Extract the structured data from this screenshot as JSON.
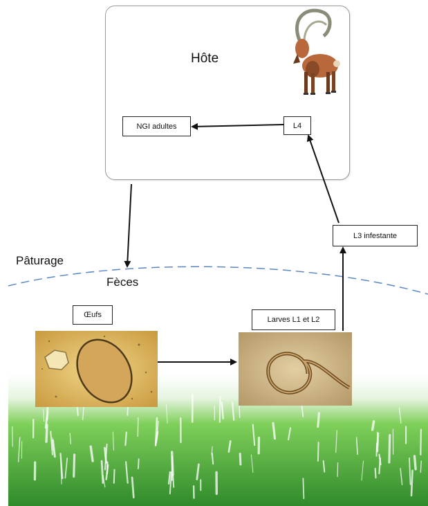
{
  "host": {
    "title": "Hôte"
  },
  "stages": {
    "adult": "NGI adultes",
    "l4": "L4",
    "l3": "L3 infestante",
    "eggs": "Œufs",
    "larvae": "Larves L1 et L2"
  },
  "zones": {
    "pasture": "Pâturage",
    "feces": "Fèces"
  },
  "icons": {
    "host_animal": "ibex-icon",
    "egg_photo": "egg-micrograph",
    "larva_photo": "larva-micrograph",
    "grass": "grass-illustration"
  },
  "colors": {
    "arrow": "#111111",
    "pasture_line": "#5b86c4",
    "grass_dark": "#2f8a2a",
    "grass_light": "#7fcf5a",
    "photo_bg": "#d9b25c"
  }
}
